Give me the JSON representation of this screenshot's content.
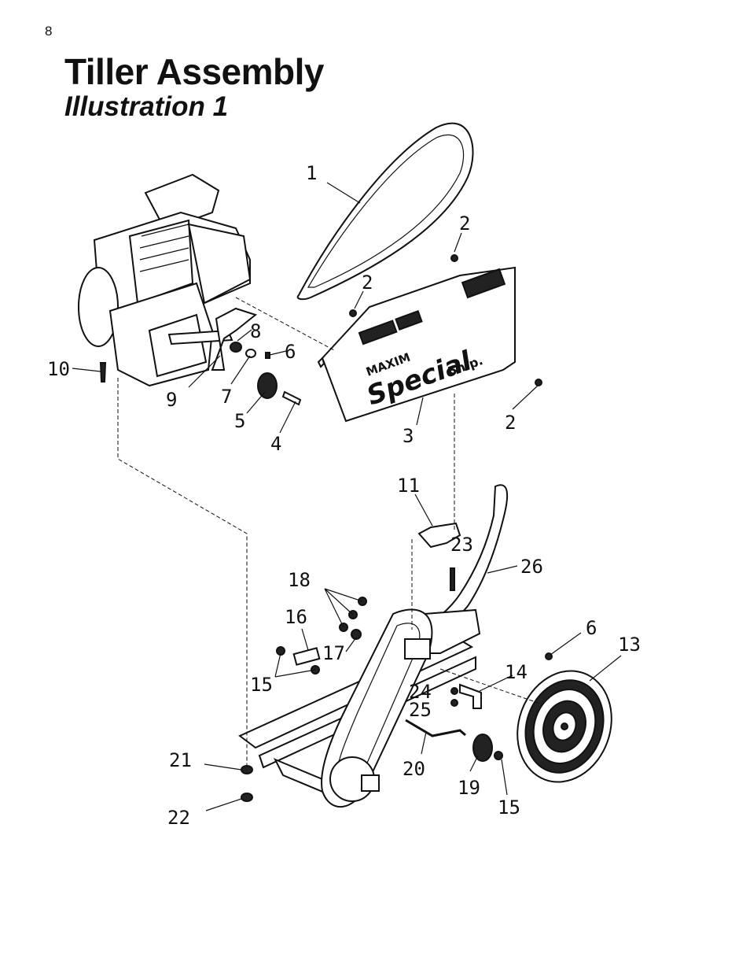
{
  "page": {
    "number": "8",
    "title": "Tiller Assembly",
    "subtitle": "Illustration 1"
  },
  "panel_text": {
    "brand": "MAXIM",
    "model": "Special",
    "power": "5h.p."
  },
  "callouts": [
    "1",
    "2",
    "2",
    "2",
    "3",
    "4",
    "5",
    "6",
    "7",
    "8",
    "9",
    "10",
    "11",
    "23",
    "26",
    "18",
    "16",
    "17",
    "15",
    "6",
    "13",
    "14",
    "24",
    "25",
    "21",
    "20",
    "19",
    "15",
    "22"
  ]
}
